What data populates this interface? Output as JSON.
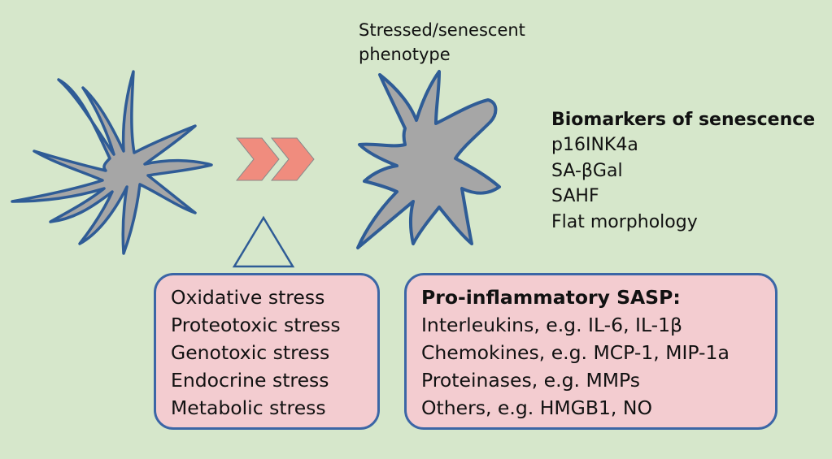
{
  "phenotype_caption": "Stressed/senescent\nphenotype",
  "biomarkers": {
    "title": "Biomarkers of senescence",
    "items": [
      "p16INK4a",
      "SA-βGal",
      "SAHF",
      "Flat morphology"
    ]
  },
  "stresses": [
    "Oxidative stress",
    "Proteotoxic stress",
    "Genotoxic stress",
    "Endocrine stress",
    "Metabolic stress"
  ],
  "sasp": {
    "title": "Pro-inflammatory SASP:",
    "items": [
      "Interleukins, e.g. IL-6, IL-1β",
      "Chemokines, e.g. MCP-1, MIP-1a",
      "Proteinases, e.g. MMPs",
      "Others, e.g. HMGB1, NO"
    ]
  },
  "colors": {
    "background": "#d6e7cb",
    "cell_fill": "#a6a6a6",
    "cell_outline": "#2f5c96",
    "arrow_fill": "#f08c7e",
    "box_fill": "#f3ccd0",
    "box_border": "#3b66a6"
  }
}
